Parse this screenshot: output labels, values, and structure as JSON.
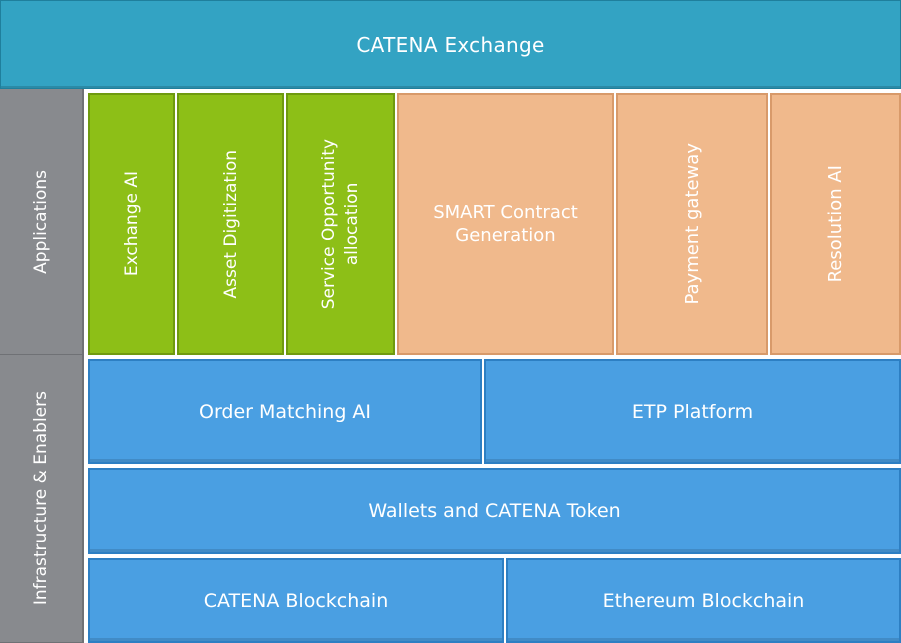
{
  "title": "CATENA Exchange",
  "layers": {
    "applications": "Applications",
    "infrastructure": "Infrastructure & Enablers"
  },
  "applications": {
    "exchange_ai": "Exchange AI",
    "asset_digitization": "Asset Digitization",
    "service_opportunity_line1": "Service Opportunity",
    "service_opportunity_line2": "allocation",
    "smart_contract_line1": "SMART Contract",
    "smart_contract_line2": "Generation",
    "payment_gateway": "Payment gateway",
    "resolution_ai": "Resolution AI"
  },
  "infrastructure": {
    "order_matching_ai": "Order Matching AI",
    "etp_platform": "ETP Platform",
    "wallets_token": "Wallets and CATENA Token",
    "catena_blockchain": "CATENA Blockchain",
    "ethereum_blockchain": "Ethereum Blockchain"
  },
  "colors": {
    "header": "#33a3c3",
    "layer_label": "#888a8e",
    "green": "#8dbf17",
    "orange": "#f0b98c",
    "blue": "#4a9fe2"
  }
}
